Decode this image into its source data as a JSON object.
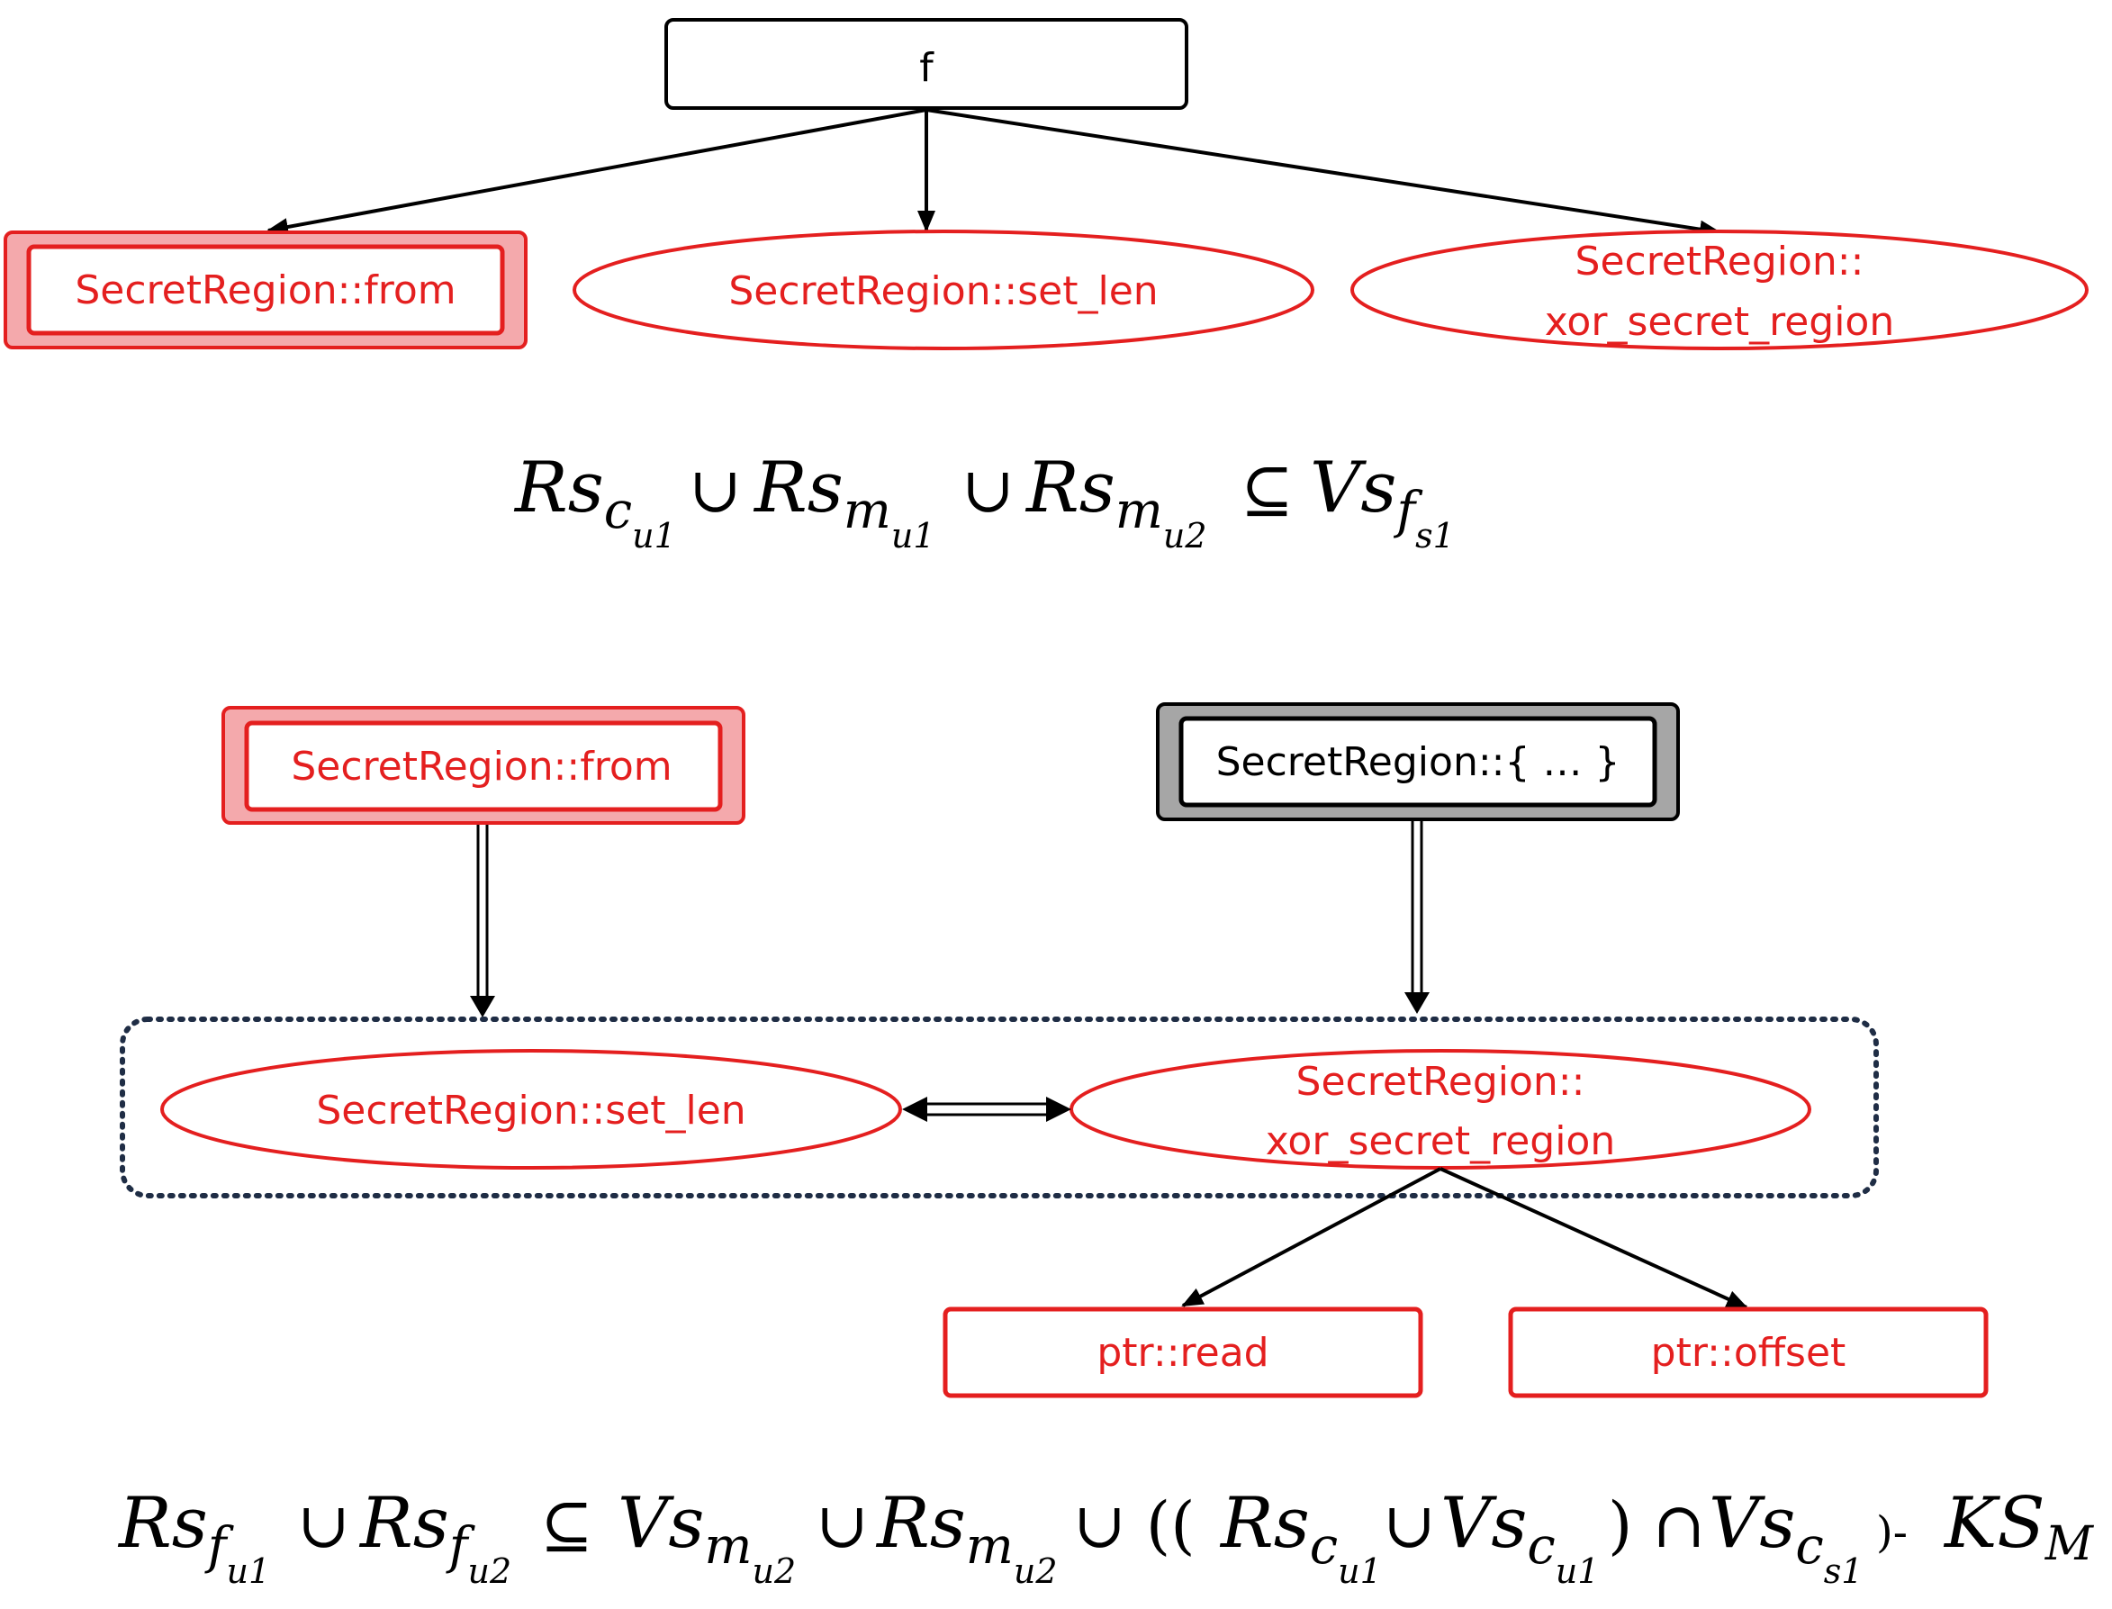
{
  "colors": {
    "red": "#e41f1f",
    "pink_fill": "#f4a9ac",
    "gray_fill": "#a6a6a6",
    "black": "#000000",
    "dotted_border": "#1f2d45"
  },
  "top": {
    "root_label": "f",
    "child_from": "SecretRegion::from",
    "child_set_len": "SecretRegion::set_len",
    "child_xor_line1": "SecretRegion::",
    "child_xor_line2": "xor_secret_region"
  },
  "formula1": {
    "t1": "Rs",
    "t1_sub": "c",
    "t1_subsub": "u1",
    "op1": "∪",
    "t2": "Rs",
    "t2_sub": "m",
    "t2_subsub": "u1",
    "op2": "∪",
    "t3": "Rs",
    "t3_sub": "m",
    "t3_subsub": "u2",
    "op3": "⊆",
    "t4": "Vs",
    "t4_sub": "f",
    "t4_subsub": "s1"
  },
  "bottom": {
    "from_label": "SecretRegion::from",
    "group_label": "SecretRegion::{ … }",
    "set_len_label": "SecretRegion::set_len",
    "xor_line1": "SecretRegion::",
    "xor_line2": "xor_secret_region",
    "read_label": "ptr::read",
    "offset_label": "ptr::offset"
  },
  "formula2": {
    "a": "Rs",
    "a_sub": "f",
    "a_subsub": "u1",
    "op1": "∪",
    "b": "Rs",
    "b_sub": "f",
    "b_subsub": "u2",
    "op2": "⊆",
    "c": "Vs",
    "c_sub": "m",
    "c_subsub": "u2",
    "op3": "∪",
    "d": "Rs",
    "d_sub": "m",
    "d_subsub": "u2",
    "op4": "∪ ((",
    "e": "Rs",
    "e_sub": "c",
    "e_subsub": "u1",
    "op5": "∪",
    "g": "Vs",
    "g_sub": "c",
    "g_subsub": "u1",
    "op6": ") ∩",
    "h": "Vs",
    "h_sub": "c",
    "h_subsub": "s1",
    "op7": ")-",
    "k": "KS",
    "k_sub": "M"
  }
}
